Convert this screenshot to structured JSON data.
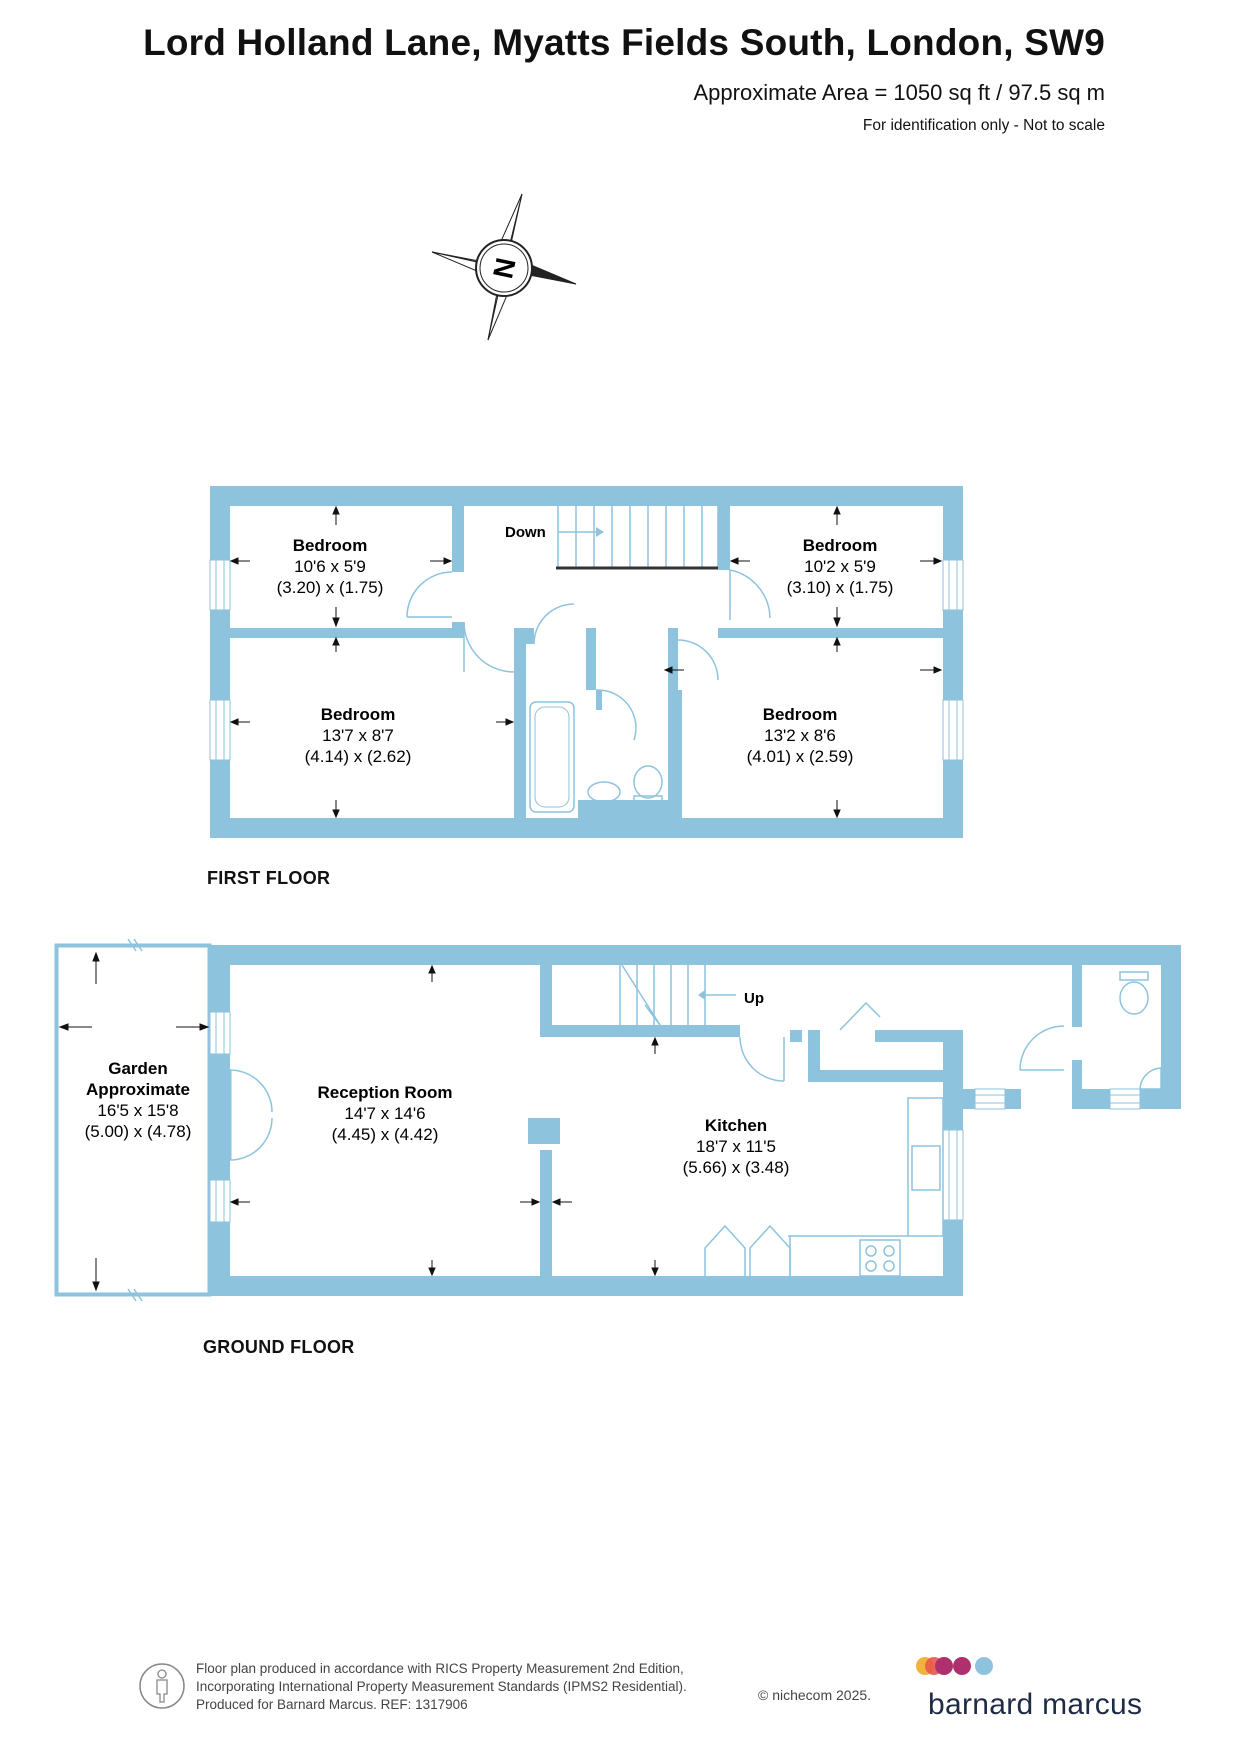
{
  "header": {
    "title": "Lord Holland Lane, Myatts Fields South, London, SW9",
    "area": "Approximate Area = 1050 sq ft / 97.5 sq m",
    "note": "For identification only - Not to scale"
  },
  "compass": {
    "label": "N",
    "icon": "north-compass-icon"
  },
  "first_floor": {
    "label": "FIRST FLOOR",
    "stairs_label": "Down",
    "rooms": [
      {
        "name": "Bedroom",
        "imperial": "10'6 x 5'9",
        "metric": "(3.20) x (1.75)"
      },
      {
        "name": "Bedroom",
        "imperial": "10'2 x 5'9",
        "metric": "(3.10) x (1.75)"
      },
      {
        "name": "Bedroom",
        "imperial": "13'7 x 8'7",
        "metric": "(4.14) x (2.62)"
      },
      {
        "name": "Bedroom",
        "imperial": "13'2 x 8'6",
        "metric": "(4.01) x (2.59)"
      }
    ]
  },
  "ground_floor": {
    "label": "GROUND FLOOR",
    "stairs_label": "Up",
    "rooms": [
      {
        "name": "Garden",
        "name2": "Approximate",
        "imperial": "16'5 x 15'8",
        "metric": "(5.00) x (4.78)"
      },
      {
        "name": "Reception Room",
        "imperial": "14'7 x 14'6",
        "metric": "(4.45) x (4.42)"
      },
      {
        "name": "Kitchen",
        "imperial": "18'7 x 11'5",
        "metric": "(5.66) x (3.48)"
      }
    ]
  },
  "footer": {
    "line1": "Floor plan produced in accordance with RICS Property Measurement 2nd Edition,",
    "line2": "Incorporating International Property Measurement Standards (IPMS2 Residential).",
    "line3": "Produced for Barnard Marcus.   REF:  1317906",
    "copyright": "© nichecom 2025.",
    "brand": "barnard marcus",
    "brand_colors": [
      "#f2b33d",
      "#e8574d",
      "#b0306e",
      "#8ec3de"
    ]
  },
  "colors": {
    "wall": "#8ec3de",
    "line": "#111111"
  }
}
